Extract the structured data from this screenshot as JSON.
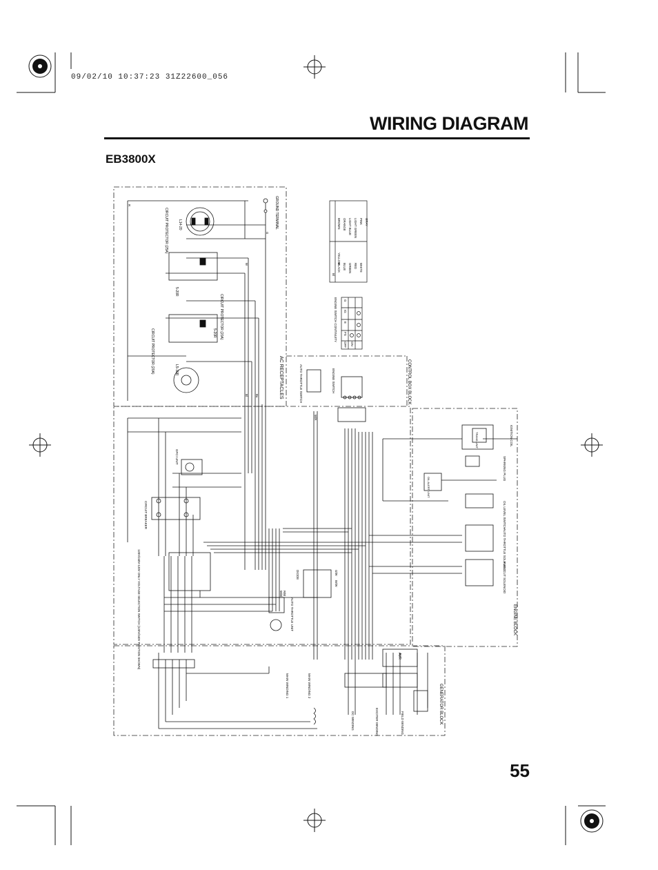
{
  "header": {
    "print_stamp": "09/02/10 10:37:23 31Z22600_056"
  },
  "page": {
    "title": "WIRING DIAGRAM",
    "model": "EB3800X",
    "number": "55"
  },
  "diagram": {
    "blocks": {
      "ac_receptacles": "AC RECEPTACLES",
      "control_box": "CONTROL BOX BLOCK",
      "engine": "ENGINE BLOCK",
      "generator": "GENERATOR BLOCK"
    },
    "components": {
      "ground_terminal": "GROUND TERMINAL",
      "circuit_protector_25a": "CIRCUIT PROTECTOR (25A)",
      "l14_20": "L14-20",
      "l5_30r": "L5-30R",
      "r5_20r_a": "5-20R",
      "r5_20r_b": "5-20R",
      "cp_20a_a": "CIRCUIT PROTECTOR (20A)",
      "cp_20a_b": "CIRCUIT PROTECTOR (20A)",
      "gfci": "GFCI UNIT",
      "circuit_breaker": "CIRCUIT BREAKER",
      "voltage_switch": "120V/240V-120V ONLY VOLTAGE SELECTION SWITCH (120V/240V POSITION SHOWN)",
      "auto_throttle_switch": "AUTO THROTTLE SWITCH",
      "engine_switch": "ENGINE SWITCH",
      "diode": "DIODE",
      "auto_throttle_unit": "AUTO THROTTLE UNIT",
      "ignition_coil": "IGNITION COIL",
      "spark_plug": "SPARKING PLUG",
      "oil_alert": "OIL ALERT UNIT",
      "oil_level_switch": "OIL LEVEL SWITCH",
      "auto_throttle_solenoid": "AUTO THROTTLE SOLENOID",
      "fuel_cut_solenoid": "FUEL CUT SOLENOID",
      "main_winding_1": "MAIN WINDING 1",
      "main_winding_2": "MAIN WINDING 2",
      "dc_winding": "DC WINDING",
      "exciter_winding": "EXCITER WINDING",
      "field_winding": "FIELD WINDING",
      "avr": "AVR",
      "transistorized": "TRANS UNIT"
    },
    "continuity_table": {
      "caption": "ENGINE SWITCH CONTINUITY",
      "headers": [
        "IG",
        "E",
        "FS",
        "G"
      ],
      "rows": [
        {
          "label": "OFF"
        },
        {
          "label": "ON"
        }
      ]
    },
    "color_code": [
      {
        "code": "Bl",
        "name": "BLACK"
      },
      {
        "code": "Y",
        "name": "YELLOW"
      },
      {
        "code": "Bu",
        "name": "BLUE"
      },
      {
        "code": "G",
        "name": "GREEN"
      },
      {
        "code": "R",
        "name": "RED"
      },
      {
        "code": "W",
        "name": "WHITE"
      },
      {
        "code": "Br",
        "name": "BROWN"
      },
      {
        "code": "O",
        "name": "ORANGE"
      },
      {
        "code": "Lb",
        "name": "LIGHT BLUE"
      },
      {
        "code": "Lg",
        "name": "LIGHT GREEN"
      },
      {
        "code": "P",
        "name": "PINK"
      },
      {
        "code": "Gr",
        "name": "GRAY"
      }
    ],
    "wire_labels": {
      "r": "R",
      "w": "W",
      "g": "G",
      "bl": "Bl",
      "bu": "Bu",
      "wr": "W/R",
      "gw": "G/W",
      "brw": "Br/W",
      "wbl": "W/Bl",
      "rbl": "R/Bl"
    }
  }
}
